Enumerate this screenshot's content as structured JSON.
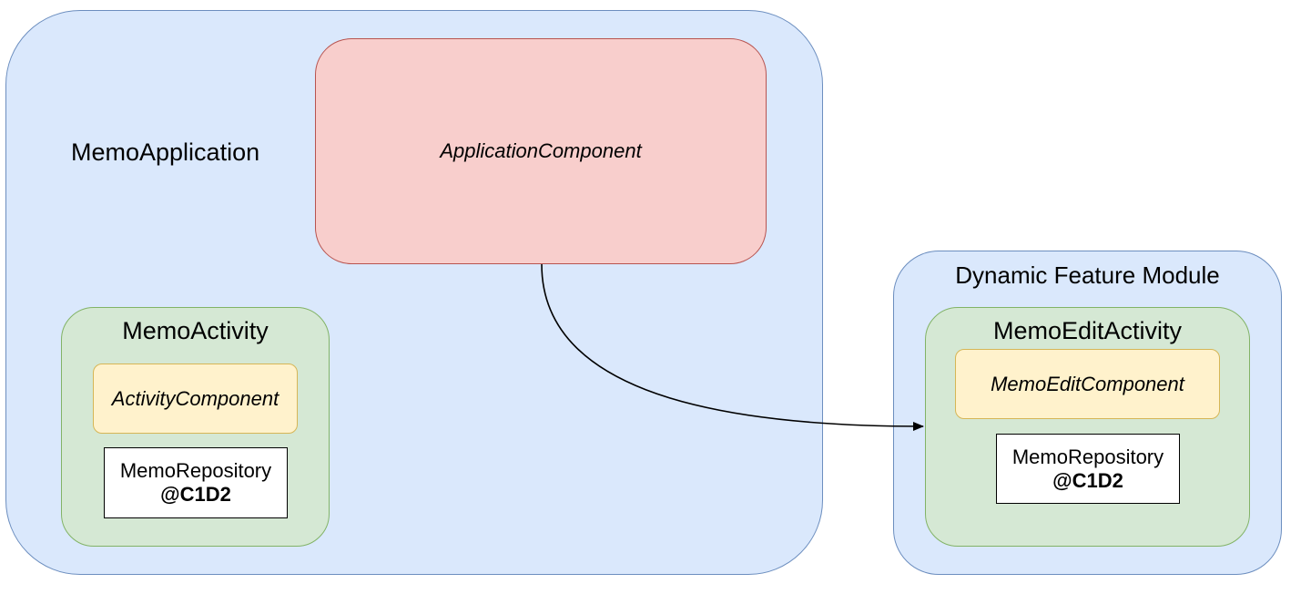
{
  "memo_application": {
    "title": "MemoApplication",
    "application_component": "ApplicationComponent",
    "memo_activity": {
      "title": "MemoActivity",
      "activity_component": "ActivityComponent",
      "repository": {
        "name": "MemoRepository",
        "code": "@C1D2"
      }
    }
  },
  "dynamic_feature_module": {
    "title": "Dynamic Feature Module",
    "memo_edit_activity": {
      "title": "MemoEditActivity",
      "edit_component": "MemoEditComponent",
      "repository": {
        "name": "MemoRepository",
        "code": "@C1D2"
      }
    }
  },
  "colors": {
    "blue_fill": "#dae8fc",
    "blue_stroke": "#6c8ebf",
    "red_fill": "#f8cecc",
    "red_stroke": "#b85450",
    "green_fill": "#d5e8d4",
    "green_stroke": "#82b366",
    "yellow_fill": "#fff2cc",
    "yellow_stroke": "#d6b656"
  }
}
